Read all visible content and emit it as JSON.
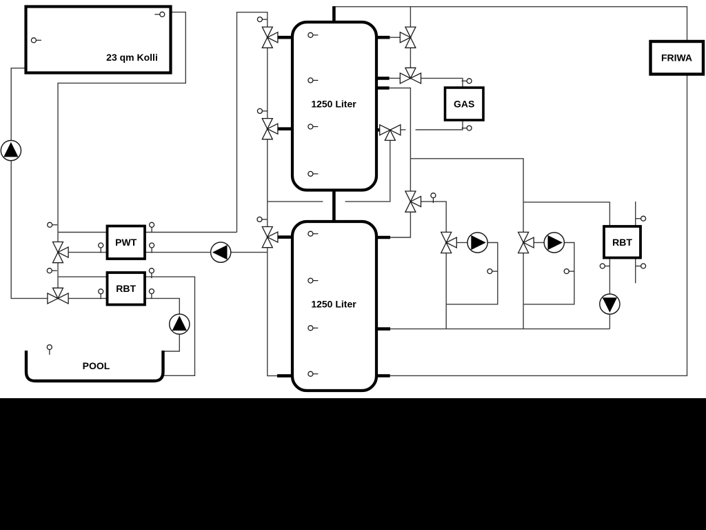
{
  "diagram": {
    "type": "hydraulic-heating-schematic",
    "labels": {
      "collector": "23 qm Kolli",
      "tank1": "1250 Liter",
      "tank2": "1250 Liter",
      "gas": "GAS",
      "friwa": "FRIWA",
      "pwt": "PWT",
      "rbt_pool": "RBT",
      "rbt_heating": "RBT",
      "pool": "POOL"
    },
    "colors": {
      "background": "#ffffff",
      "pipe_line": "#3d3d3d",
      "component_outline": "#000000",
      "footer_band": "#000000"
    },
    "symbols": {
      "valve": "three-way-valve-icon",
      "pump": "pump-icon",
      "sensor": "sensor-icon"
    }
  }
}
